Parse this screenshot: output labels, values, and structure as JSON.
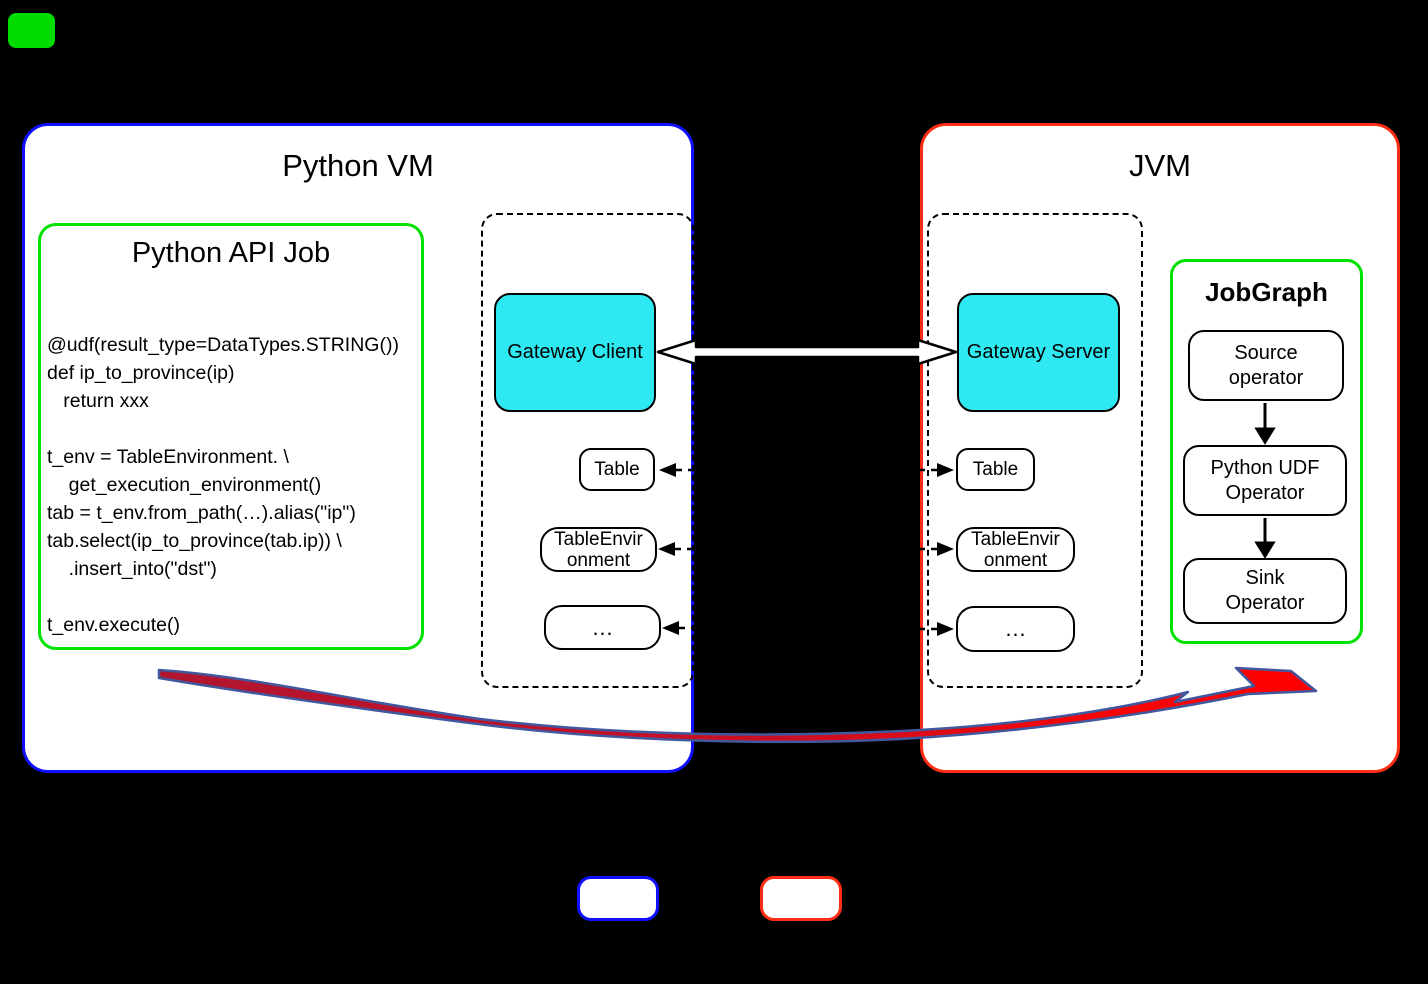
{
  "python_vm": {
    "title": "Python VM",
    "api_job": {
      "title": "Python API Job",
      "code": "@udf(result_type=DataTypes.STRING())\ndef ip_to_province(ip)\n   return xxx\n\nt_env = TableEnvironment. \\\n    get_execution_environment()\ntab = t_env.from_path(…).alias(\"ip\")\ntab.select(ip_to_province(tab.ip)) \\\n    .insert_into(\"dst\")\n\nt_env.execute()"
    },
    "gateway_client_label": "Gateway Client",
    "objects": [
      "Table",
      "TableEnvironment",
      "…"
    ]
  },
  "jvm": {
    "title": "JVM",
    "gateway_server_label": "Gateway Server",
    "objects": [
      "Table",
      "TableEnvironment",
      "…"
    ],
    "jobgraph": {
      "title": "JobGraph",
      "nodes": [
        "Source operator",
        "Python UDF Operator",
        "Sink Operator"
      ]
    }
  },
  "colors": {
    "python_vm_border": "#1010ff",
    "jvm_border": "#ff2d16",
    "green_border": "#00e100",
    "gateway_fill": "#2ee9f2",
    "swoosh_fill_start": "#b01530",
    "swoosh_fill_end": "#ff0000",
    "swoosh_outline": "#41589e",
    "background": "#000000"
  }
}
